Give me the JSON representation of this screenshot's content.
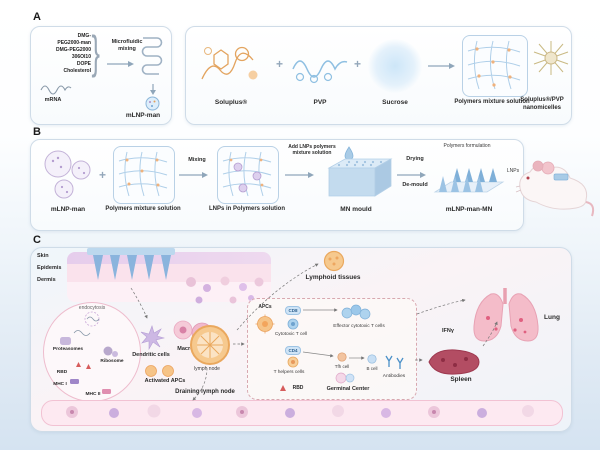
{
  "figure": {
    "panel_a_label": "A",
    "panel_b_label": "B",
    "panel_c_label": "C",
    "plus": "+"
  },
  "panel_a": {
    "lipids": [
      "DMG-",
      "PEG2000-man",
      "DMG-PEG2000",
      "306OI10",
      "DOPE",
      "Cholesterol"
    ],
    "brace": "}",
    "mrna_label": "mRNA",
    "mixing_label": "Microfluidic mixing",
    "product_label": "mLNP-man",
    "soluplus_label": "Soluplus®",
    "pvp_label": "PVP",
    "sucrose_label": "Sucrose",
    "mixture_label": "Polymers mixture solution",
    "nanomicelles_label": "Soluplus®/PVP nanomicelles"
  },
  "panel_b": {
    "mlnp_label": "mLNP-man",
    "polymers_label": "Polymers mixture solution",
    "mixing_label": "Mixing",
    "lnps_solution_label": "LNPs in Polymers solution",
    "add_label": "Add LNPs polymers mixture solution",
    "mould_label": "MN mould",
    "drying_label": "Drying",
    "demould_label": "De-mould",
    "formulation_label": "Polymers formulation",
    "lnps_label": "LNPs",
    "product_label": "mLNP-man-MN"
  },
  "panel_c": {
    "skin": "Skin",
    "epidermis": "Epidemis",
    "dermis": "Dermis",
    "endocytosis": "endocytosis",
    "proteasomes": "Proteasomes",
    "ribosome": "Ribosome",
    "rbd": "RBD",
    "mhc1": "MHC I",
    "mhc2": "MHC II",
    "dendritic": "Dendritic cells",
    "macrophages": "Macrophages",
    "activated_apcs": "Activated APCs",
    "lymph_node": "lymph node",
    "draining_node": "Draining lymph node",
    "lymphoid_tissues": "Lymphoid tissues",
    "apcs": "APCs",
    "cd8": "CD8",
    "cd4": "CD4",
    "cytotoxic": "Cytotoxic T cell",
    "effector": "Effector cytotoxic T cells",
    "t_helpers": "T helpers cells",
    "tfh": "Tfh cell",
    "b_cell": "B cell",
    "rbd2": "RBD",
    "germinal": "Germinal Center",
    "antibodies": "Antibodies",
    "ifn": "IFNγ",
    "spleen": "Spleen",
    "lung": "Lung"
  }
}
